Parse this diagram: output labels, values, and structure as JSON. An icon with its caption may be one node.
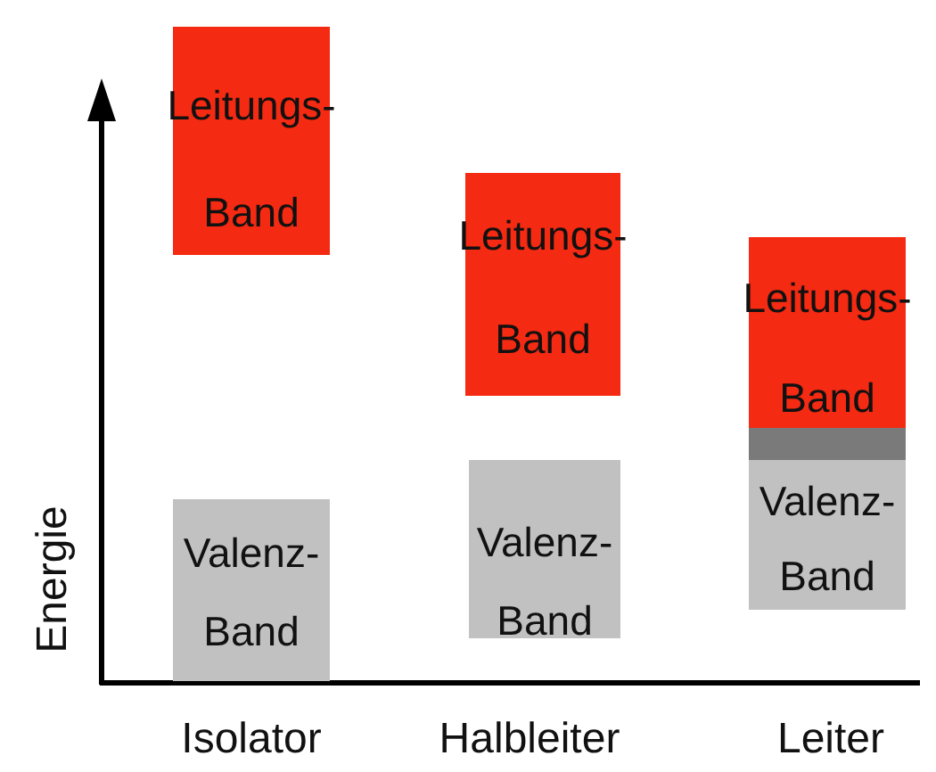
{
  "diagram": {
    "nodes": [
      {
        "text": [
          "Leitungs- Band"
        ]
      },
      {
        "text": [
          "Valenz- Band"
        ]
      },
      {
        "text": [
          "Leitungs- Band"
        ]
      },
      {
        "text": [
          "Valenz- Band"
        ]
      },
      {
        "text": [
          "Leitungs- Band"
        ]
      },
      {
        "text": [
          "Valenz- Band"
        ]
      }
    ],
    "edges": [],
    "labels": [
      "Energie",
      "Isolator",
      "Halbleiter",
      "Leiter"
    ]
  }
}
